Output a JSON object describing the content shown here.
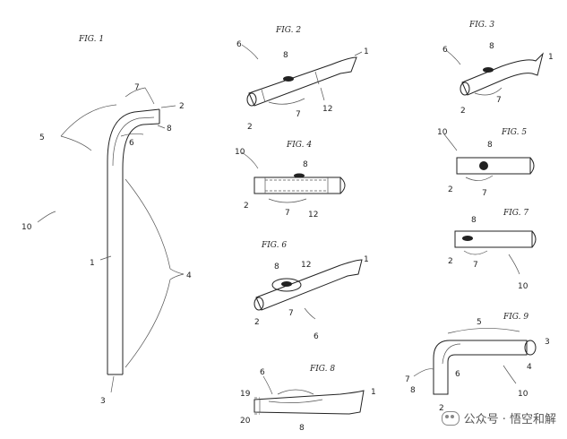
{
  "figures": {
    "fig1": {
      "title": "FIG. 1",
      "labels": [
        "7",
        "2",
        "5",
        "8",
        "6",
        "10",
        "1",
        "4",
        "3"
      ]
    },
    "fig2": {
      "title": "FIG. 2",
      "labels": [
        "6",
        "8",
        "1",
        "2",
        "7",
        "12"
      ]
    },
    "fig3": {
      "title": "FIG. 3",
      "labels": [
        "6",
        "8",
        "1",
        "2",
        "7"
      ]
    },
    "fig4": {
      "title": "FIG. 4",
      "labels": [
        "10",
        "8",
        "2",
        "7",
        "12"
      ]
    },
    "fig5": {
      "title": "FIG. 5",
      "labels": [
        "10",
        "8",
        "2",
        "7"
      ]
    },
    "fig6": {
      "title": "FIG. 6",
      "labels": [
        "8",
        "12",
        "1",
        "2",
        "7",
        "6"
      ]
    },
    "fig7": {
      "title": "FIG. 7",
      "labels": [
        "8",
        "2",
        "7",
        "10"
      ]
    },
    "fig8": {
      "title": "FIG. 8",
      "labels": [
        "6",
        "1",
        "19",
        "20",
        "8"
      ]
    },
    "fig9": {
      "title": "FIG. 9",
      "labels": [
        "5",
        "3",
        "7",
        "8",
        "6",
        "4",
        "2",
        "10"
      ]
    }
  },
  "watermark": {
    "text": "公众号 · 悟空和解",
    "icon": "wechat-icon"
  }
}
